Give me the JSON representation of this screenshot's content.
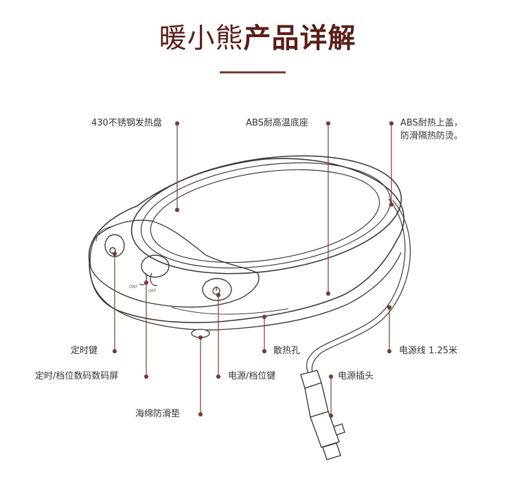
{
  "title": {
    "brand": "暖小熊",
    "emphasis": "产品详解"
  },
  "labels": {
    "heating_plate": "430不锈钢发热盘",
    "base": "ABS耐高温底座",
    "cover_line1": "ABS耐热上盖，",
    "cover_line2": "防滑隔热防烫。",
    "timer_key": "定时键",
    "display": "定时/档位数码数码屏",
    "power_key": "电源/档位键",
    "vents": "散热孔",
    "cord": "电源线 1.25米",
    "plug": "电源插头",
    "pad": "海绵防滑垫",
    "device_on": "ON?",
    "device_off": "OFF"
  },
  "colors": {
    "accent": "#5a1e17",
    "line": "#7a3a33",
    "sketch": "#3a3a3a"
  }
}
